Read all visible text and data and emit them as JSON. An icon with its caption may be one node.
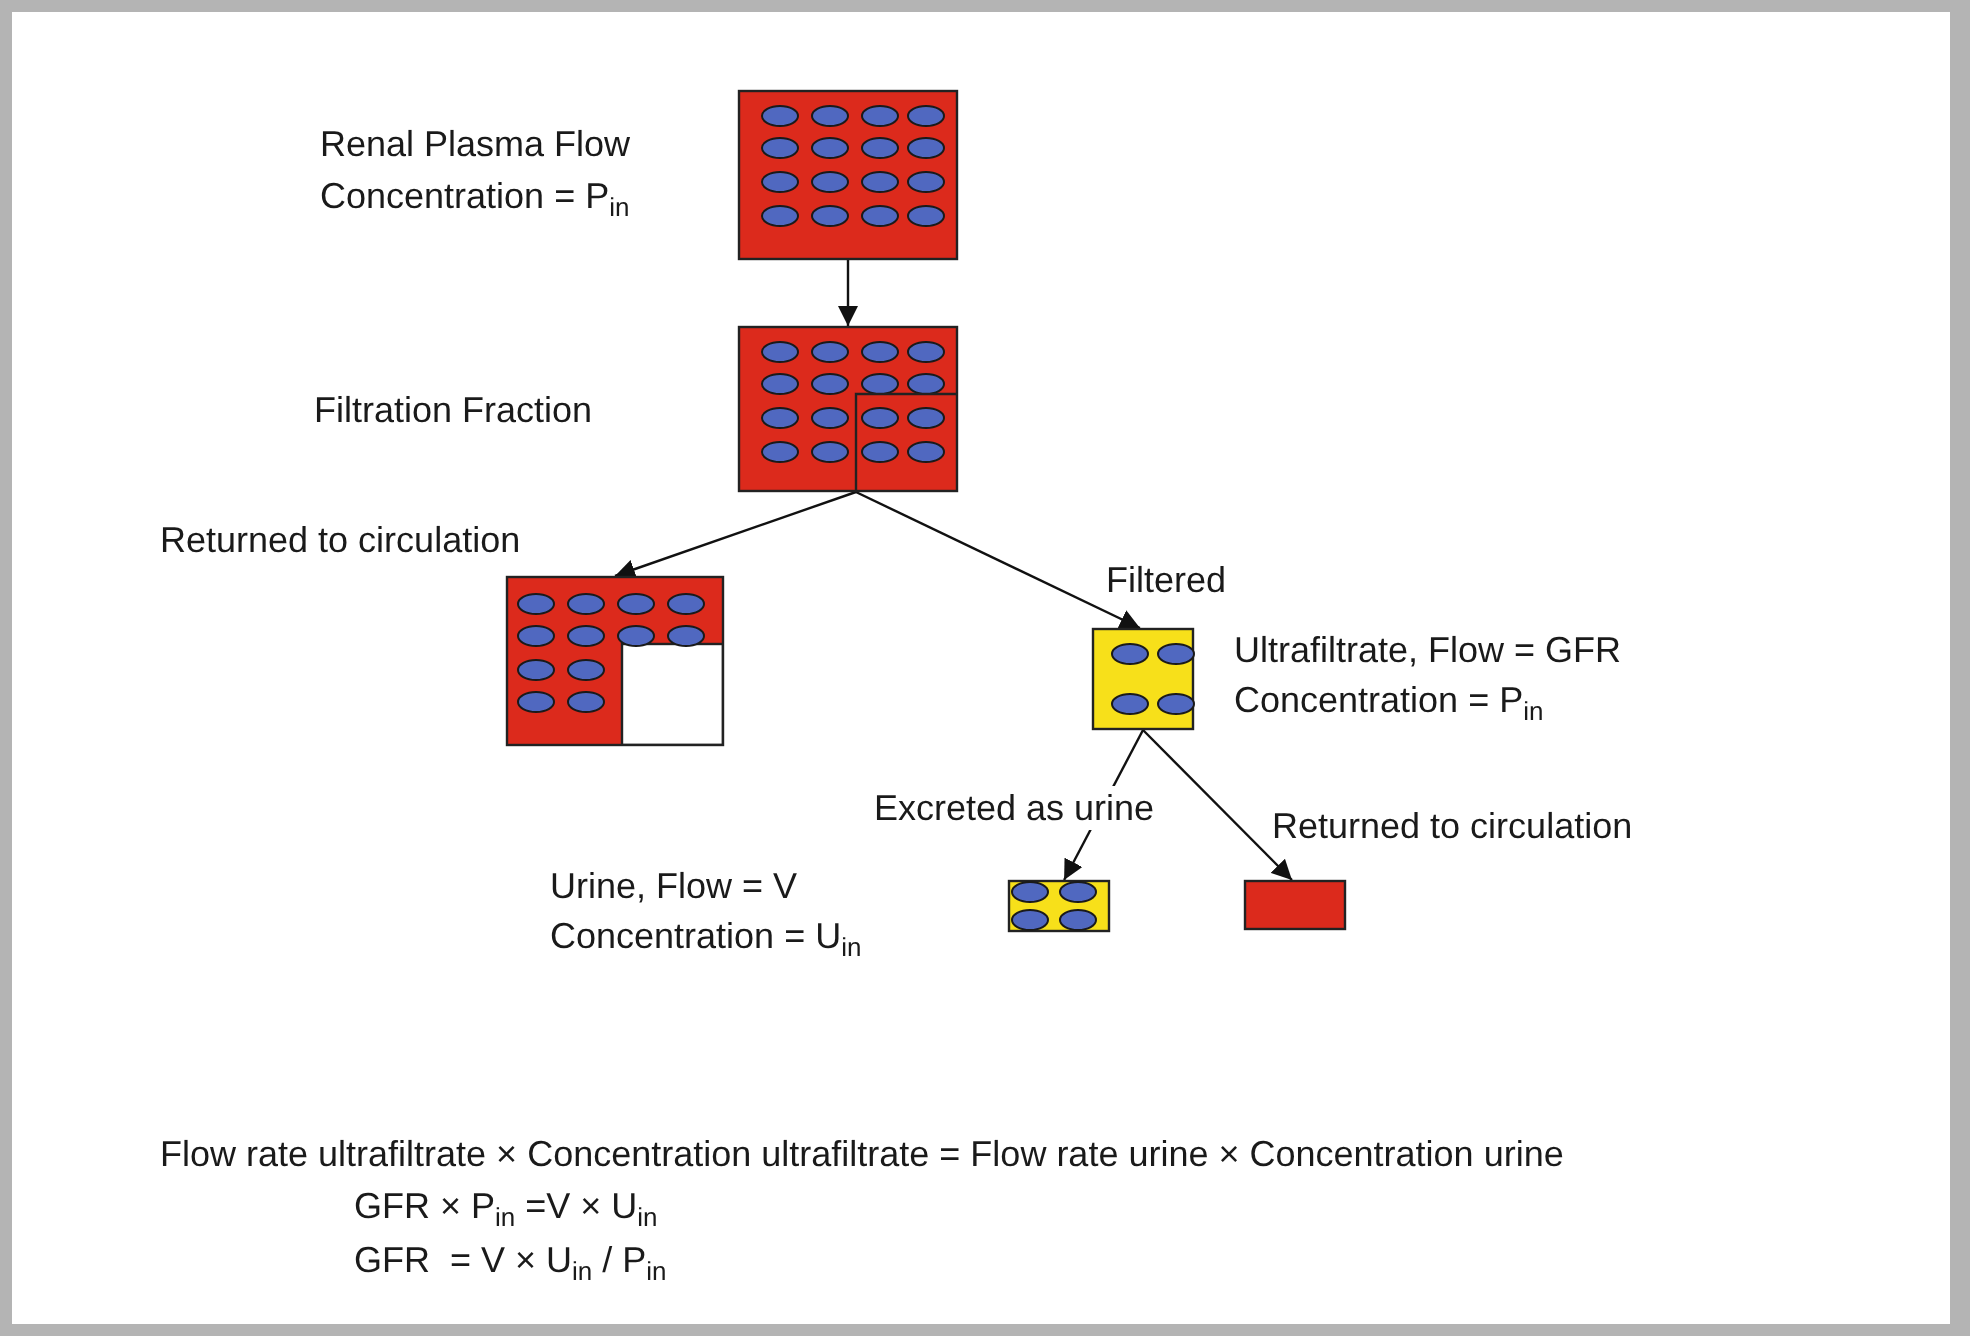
{
  "diagram": {
    "nodes": [
      {
        "text": [],
        "shape": "box",
        "beside": [
          "Renal Plasma Flow",
          "Concentration = P$_{in}$"
        ]
      },
      {
        "text": [],
        "shape": "box"
      },
      {
        "text": [],
        "shape": "box",
        "beside": [
          "Returned to circulation"
        ]
      },
      {
        "text": [],
        "shape": "box",
        "beside": [
          "Filtered",
          "Ultrafiltrate, Flow = GFR",
          "Concentration = P$_{in}$"
        ]
      },
      {
        "text": [],
        "shape": "box",
        "beside": [
          "Urine, Flow = V",
          "Concentration = U$_{in}$"
        ]
      },
      {
        "text": [],
        "shape": "box",
        "beside": [
          "Returned to circulation"
        ]
      }
    ],
    "edges": [
      {
        "from": 0,
        "to": 1,
        "arrow": "to"
      },
      {
        "from": 1,
        "to": 2,
        "arrow": "to"
      },
      {
        "from": 1,
        "to": 3,
        "arrow": "to"
      },
      {
        "from": 3,
        "to": 4,
        "arrow": "to",
        "label": "Excreted as urine"
      },
      {
        "from": 3,
        "to": 5,
        "arrow": "to"
      }
    ],
    "labels": [
      "Filtration Fraction",
      "Flow rate ultrafiltrate × Concentration ultrafiltrate = Flow rate urine × Concentration urine",
      "GFR × P$_{in}$ =V × U$_{in}$",
      "GFR  = V × U$_{in}$ / P$_{in}$"
    ]
  }
}
